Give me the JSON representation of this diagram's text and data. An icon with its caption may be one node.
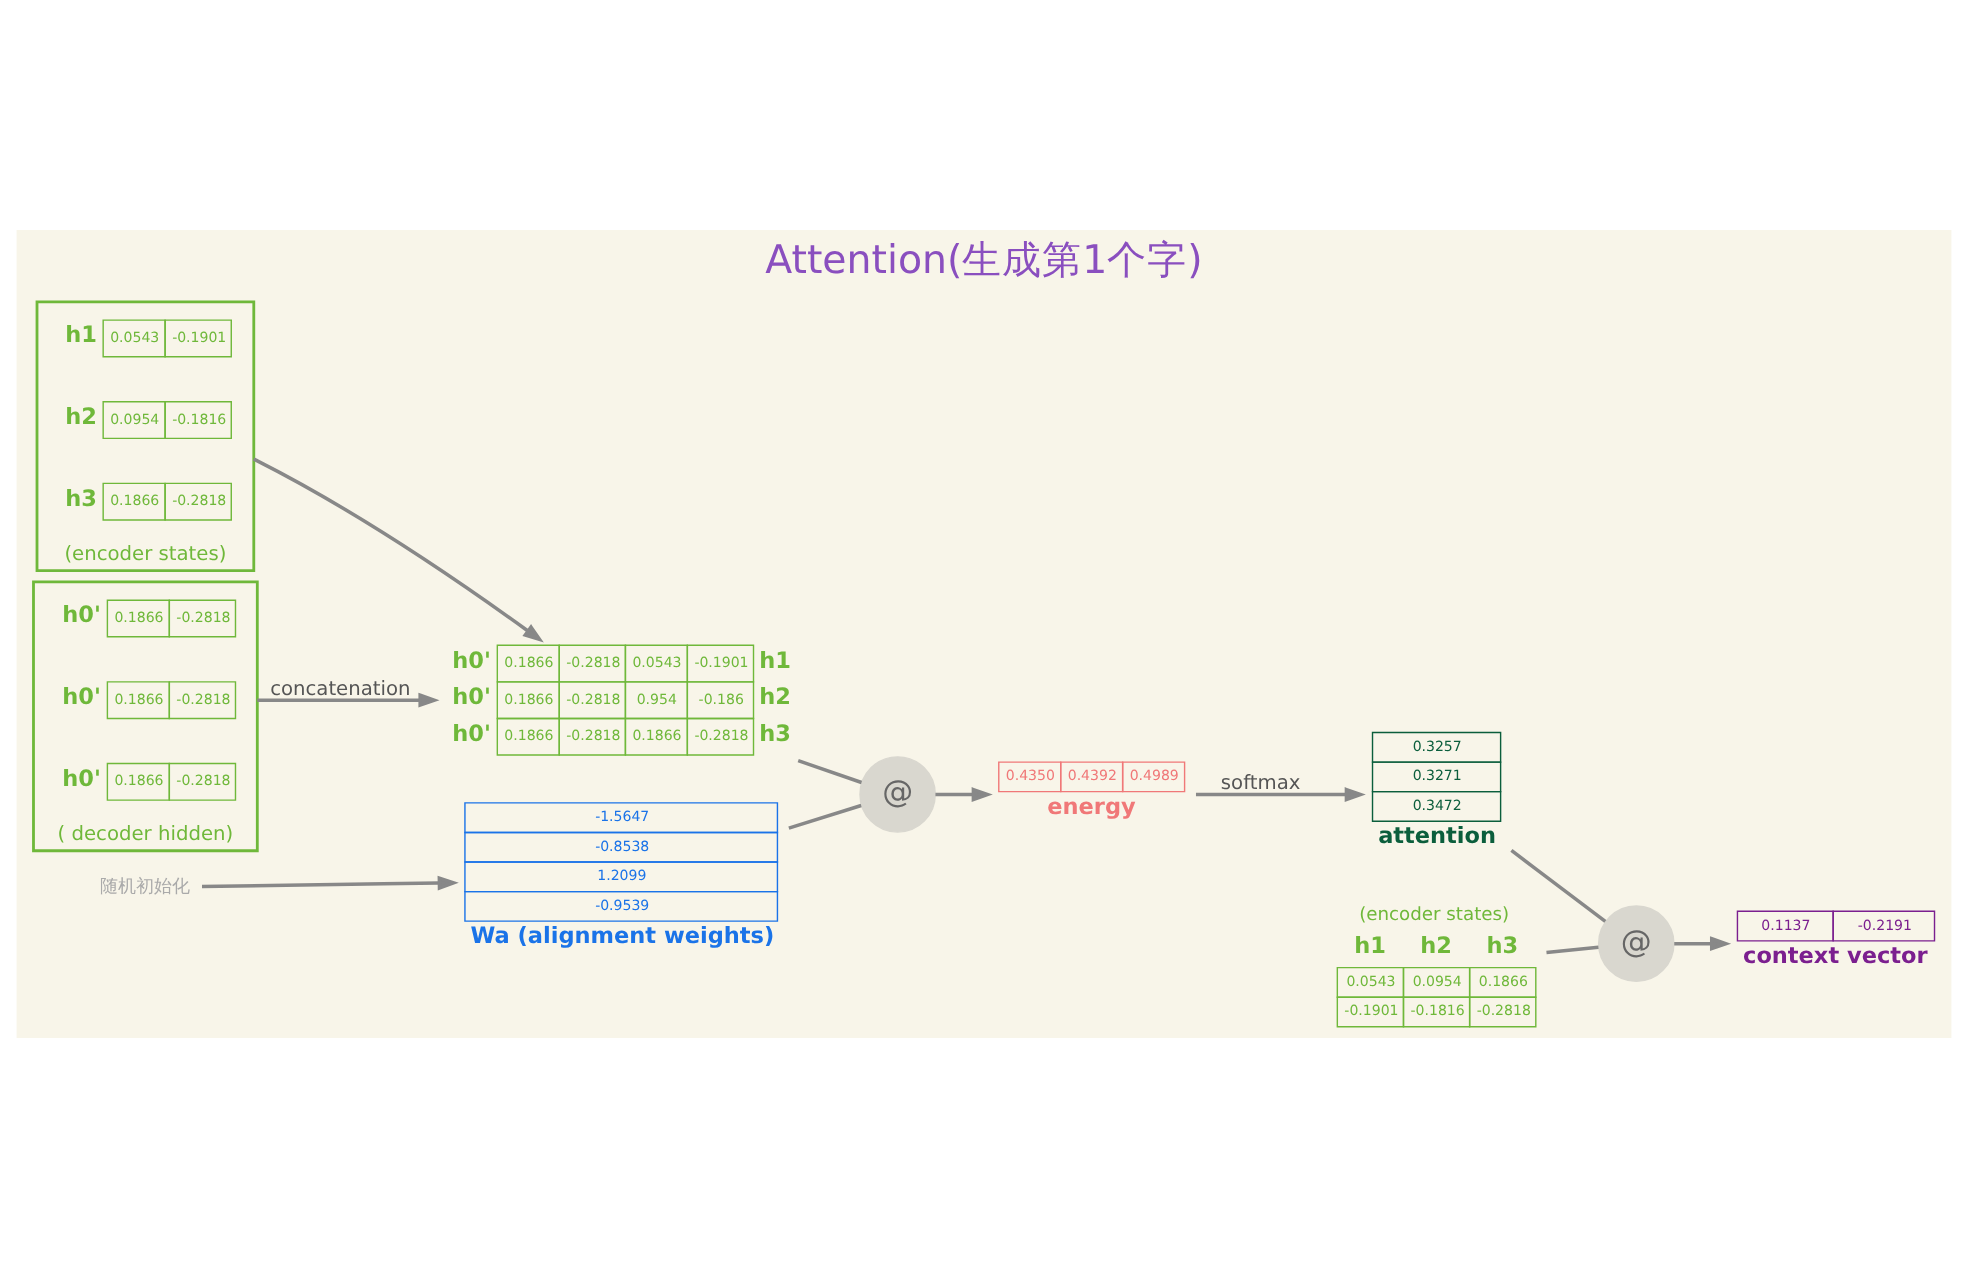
{
  "diagram": {
    "title": "Attention(生成第1个字)",
    "nodes": [
      {
        "text": [
          "( decoder hidden)"
        ]
      },
      {
        "text": [
          "h0'",
          "0.1866",
          "-0.2818"
        ],
        "in": 0
      },
      {
        "text": [
          "h0'",
          "0.1866",
          "-0.2818"
        ],
        "in": 0
      },
      {
        "text": [
          "h0'",
          "0.1866",
          "-0.2818"
        ],
        "in": 0
      },
      {
        "text": [
          "(encoder states)"
        ]
      },
      {
        "text": [
          "h1",
          "0.0543",
          "-0.1901"
        ],
        "in": 4
      },
      {
        "text": [
          "h2",
          "0.0954",
          "-0.1816"
        ],
        "in": 4
      },
      {
        "text": [
          "h3",
          "0.1866",
          "-0.2818"
        ],
        "in": 4
      },
      {
        "text": [
          "h0'",
          "0.1866",
          "-0.2818",
          "0.0543",
          "-0.1901",
          "h1",
          "h0'",
          "0.1866",
          "-0.2818",
          "0.954",
          "-0.186",
          "h2",
          "h0'",
          "0.1866",
          "-0.2818",
          "0.1866",
          "-0.2818",
          "h3"
        ]
      },
      {
        "text": [
          "@"
        ]
      },
      {
        "text": [
          "-1.5647",
          "-0.8538",
          "1.2099",
          "-0.9539"
        ],
        "beside": [
          "Wa (alignment weights)"
        ]
      },
      {
        "text": [
          "随机初始化"
        ]
      },
      {
        "text": [
          "0.4350",
          "0.4392",
          "0.4989"
        ],
        "beside": [
          "energy"
        ]
      },
      {
        "text": [
          "0.3257",
          "0.3271",
          "0.3472"
        ],
        "beside": [
          "attention"
        ]
      },
      {
        "text": [
          "(encoder states)",
          "h1",
          "h2",
          "h3",
          "0.0543",
          "0.0954",
          "0.1866",
          "-0.1901",
          "-0.1816",
          "-0.2818"
        ]
      },
      {
        "text": [
          "@"
        ]
      },
      {
        "text": [
          "0.1137",
          "-0.2191"
        ],
        "beside": [
          "context vector"
        ]
      }
    ],
    "edges": [
      {
        "from": 0,
        "to": 8,
        "arrow": "to",
        "label": "concatenation"
      },
      {
        "from": 4,
        "to": 8,
        "arrow": "to"
      },
      {
        "from": 8,
        "to": 9,
        "arrow": "none"
      },
      {
        "from": 10,
        "to": 9,
        "arrow": "none"
      },
      {
        "from": 11,
        "to": 10,
        "arrow": "to"
      },
      {
        "from": 9,
        "to": 12,
        "arrow": "to"
      },
      {
        "from": 12,
        "to": 13,
        "arrow": "to",
        "label": "softmax"
      },
      {
        "from": 14,
        "to": 15,
        "arrow": "none"
      },
      {
        "from": 13,
        "to": 15,
        "arrow": "none"
      },
      {
        "from": 15,
        "to": 16,
        "arrow": "to"
      }
    ]
  }
}
